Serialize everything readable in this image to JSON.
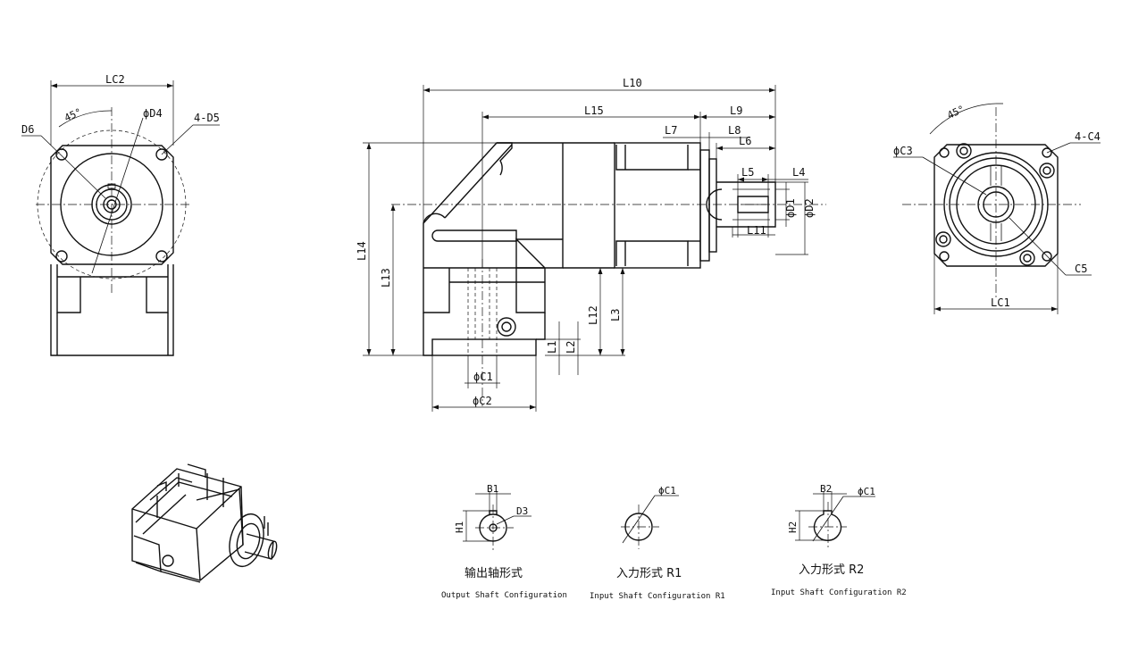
{
  "dims": {
    "lc2": "LC2",
    "d4": "ϕD4",
    "d5": "4-D5",
    "d6": "D6",
    "angle_left": "45°",
    "l10": "L10",
    "l15": "L15",
    "l9": "L9",
    "l7": "L7",
    "l8": "L8",
    "l6": "L6",
    "l5": "L5",
    "l4": "L4",
    "d1": "ϕD1",
    "d2": "ϕD2",
    "l11": "L11",
    "l14": "L14",
    "l13": "L13",
    "l12": "L12",
    "l3": "L3",
    "l1": "L1",
    "l2": "L2",
    "c1": "ϕC1",
    "c2": "ϕC2",
    "c3": "ϕC3",
    "c4": "4-C4",
    "c5": "C5",
    "lc1": "LC1",
    "angle_right": "45°"
  },
  "configs": {
    "output": {
      "b1": "B1",
      "h1": "H1",
      "d3": "D3",
      "cn": "输出轴形式",
      "en": "Output Shaft Configuration"
    },
    "input_r1": {
      "c1": "ϕC1",
      "cn": "入力形式 R1",
      "en": "Input Shaft Configuration R1"
    },
    "input_r2": {
      "b2": "B2",
      "c1": "ϕC1",
      "h2": "H2",
      "cn": "入力形式 R2",
      "en": "Input Shaft Configuration R2"
    }
  }
}
